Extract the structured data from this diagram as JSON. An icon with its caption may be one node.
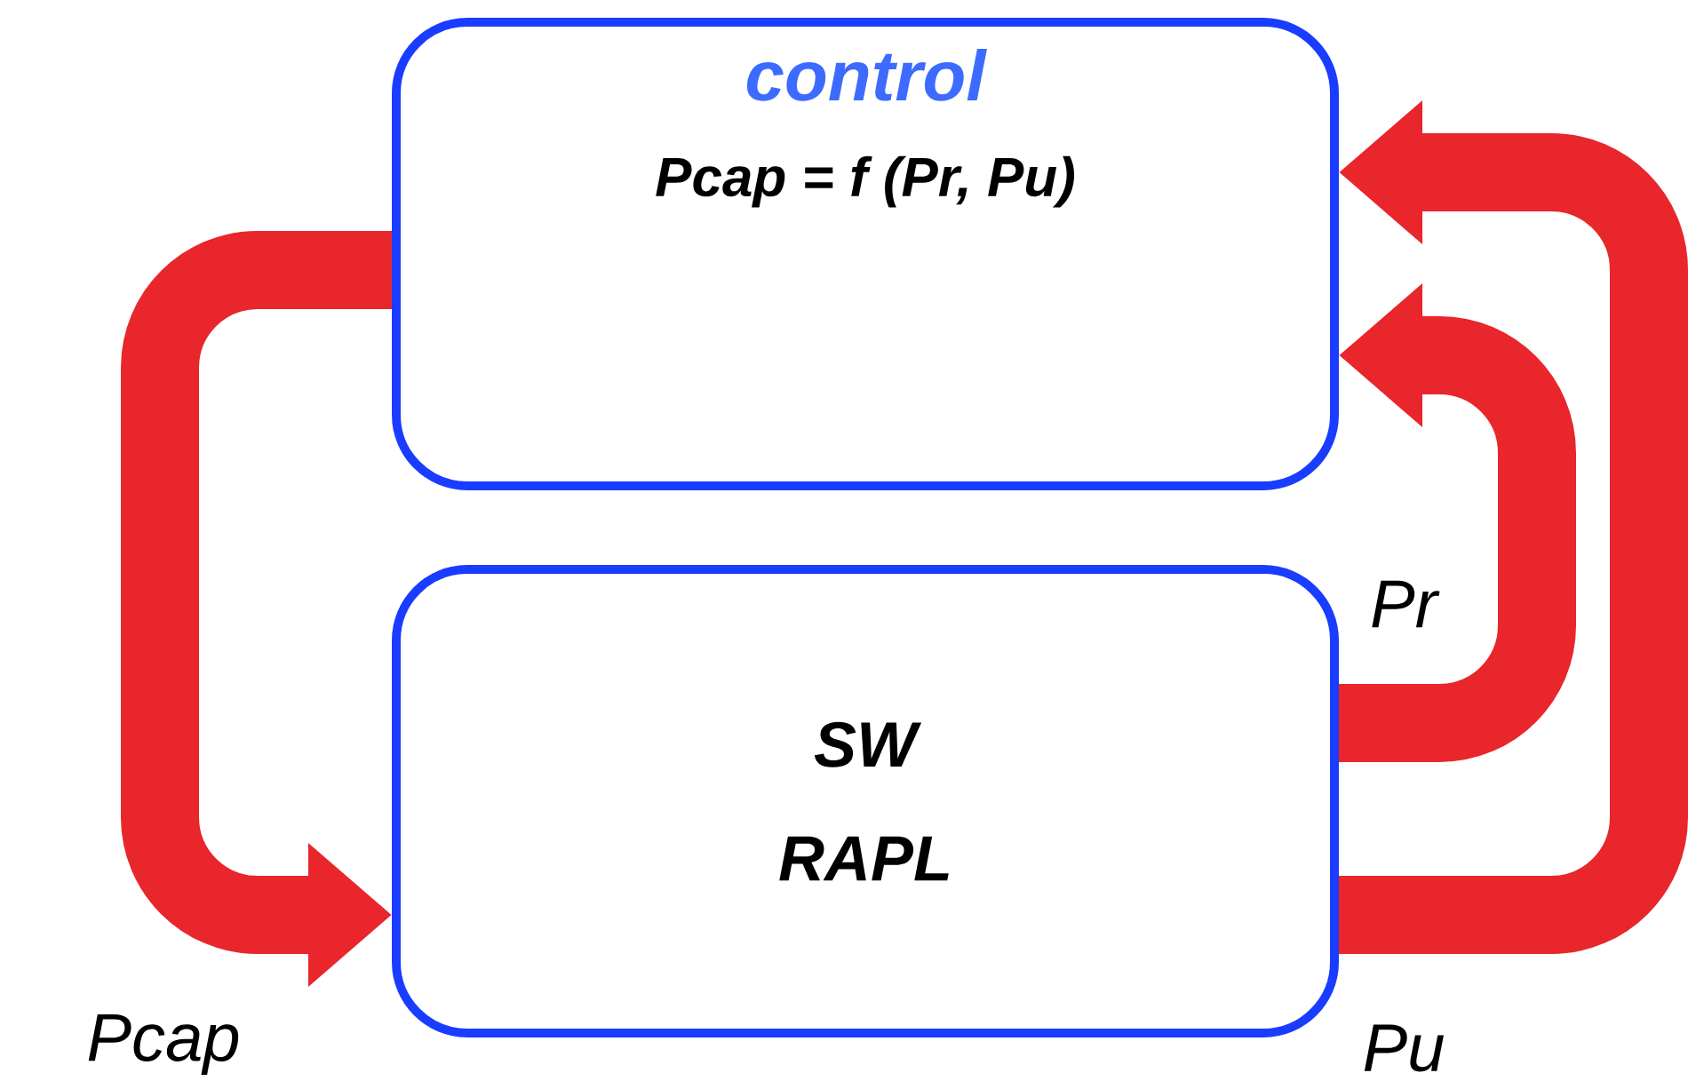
{
  "diagram": {
    "nodes": [
      {
        "text": [
          "control",
          "Pcap = f (Pr, Pu)"
        ]
      },
      {
        "text": [
          "SW",
          "RAPL"
        ]
      }
    ],
    "edges": [
      {
        "from": 0,
        "to": 1,
        "arrow": "to",
        "label": "Pcap"
      },
      {
        "from": 1,
        "to": 0,
        "arrow": "to",
        "label": "Pr"
      },
      {
        "from": 1,
        "to": 0,
        "arrow": "to",
        "label": "Pu"
      }
    ]
  }
}
